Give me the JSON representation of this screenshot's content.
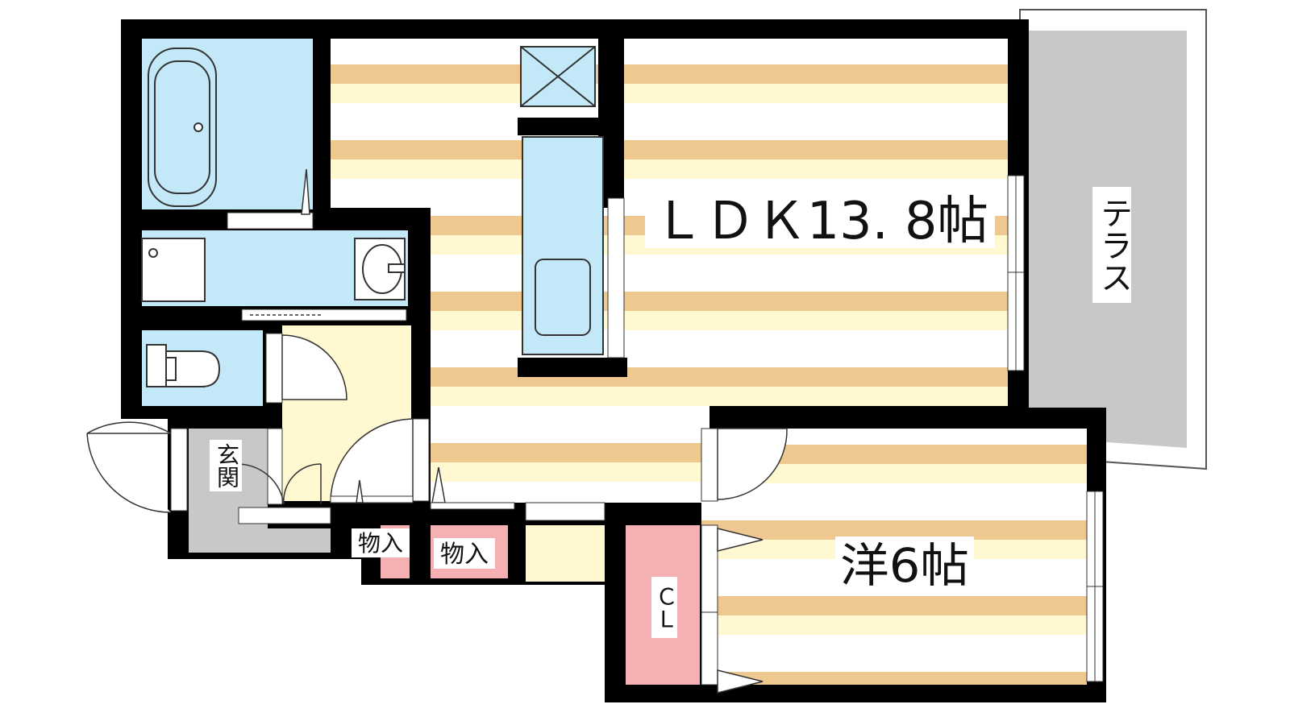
{
  "floorplan": {
    "rooms": {
      "ldk": "ＬＤＫ13. 8帖",
      "western": "洋6帖",
      "terrace": "テラス",
      "entrance": "玄関",
      "closet": "ＣＬ",
      "storage_1": "物入",
      "storage_2": "物入"
    },
    "colors": {
      "wall": "#000000",
      "flooring_stripe": "#efc890",
      "flooring_base": "#fff8d0",
      "wet_area": "#c3e8f8",
      "closet": "#f5b0b4",
      "terrace": "#c8c8c8",
      "entrance": "#c8c8c8",
      "hallway": "#fff8d0"
    }
  }
}
